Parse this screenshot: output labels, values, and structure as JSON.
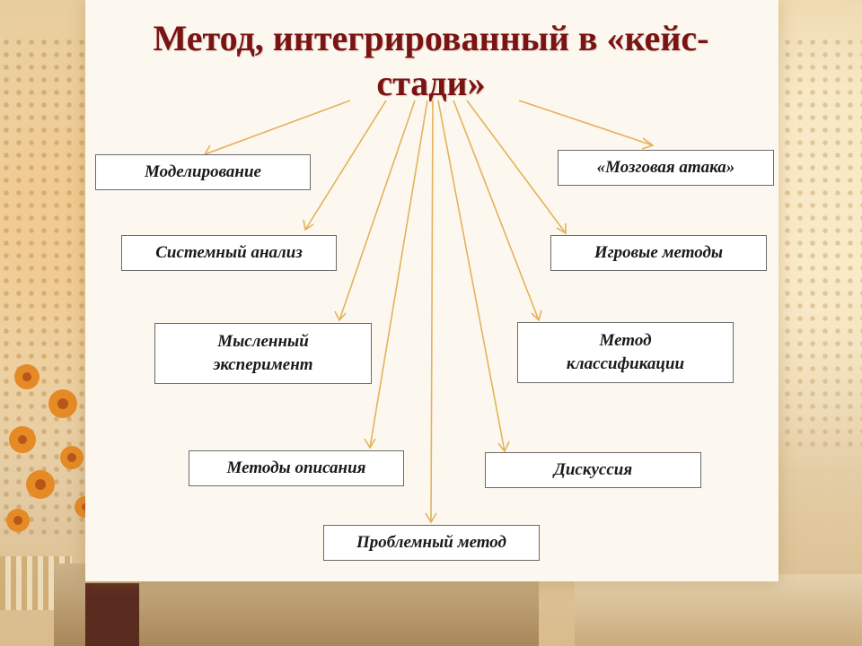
{
  "title": "Метод, интегрированный в «кейс-стади»",
  "title_lines": [
    "Метод, интегрированный в «кейс-",
    "стади»"
  ],
  "methods": {
    "modeling": "Моделирование",
    "systems_analysis": "Системный анализ",
    "thought_experiment_1": "Мысленный",
    "thought_experiment_2": "эксперимент",
    "description_methods": "Методы описания",
    "problem_method": "Проблемный метод",
    "discussion": "Дискуссия",
    "classification_1": "Метод",
    "classification_2": "классификации",
    "game_methods": "Игровые методы",
    "brainstorm": "«Мозговая атака»"
  },
  "colors": {
    "title": "#7a1414",
    "arrow": "#e3b25a",
    "box_border": "#6b6b6b"
  }
}
